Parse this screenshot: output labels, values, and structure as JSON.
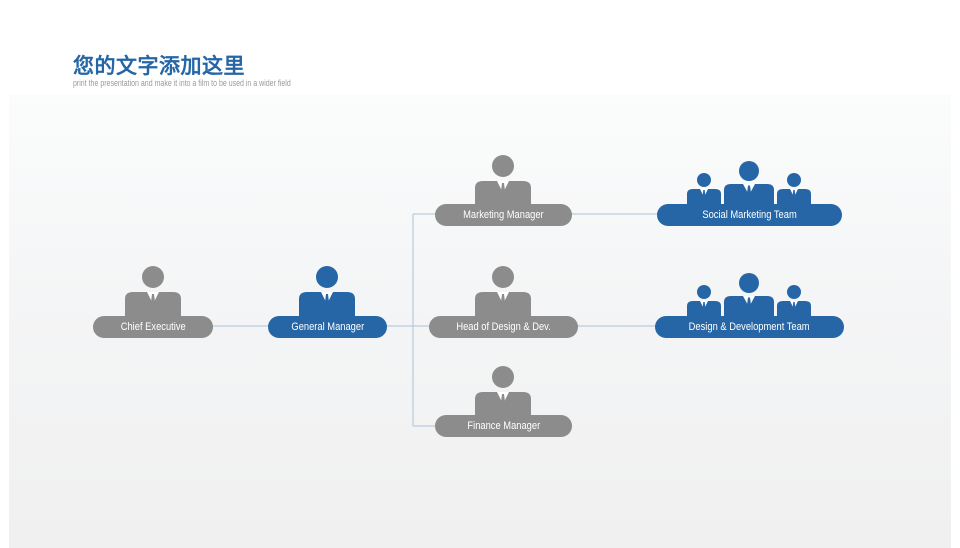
{
  "header": {
    "title": "您的文字添加这里",
    "subtitle": "print the presentation and make it into a film to be used in a wider field"
  },
  "colors": {
    "accent": "#2766a6",
    "neutral": "#8c8c8c",
    "connector": "#a9c3da"
  },
  "nodes": {
    "chief_executive": {
      "label": "Chief Executive",
      "icon": "person-icon",
      "color": "gray"
    },
    "general_manager": {
      "label": "General Manager",
      "icon": "person-icon",
      "color": "blue"
    },
    "marketing_manager": {
      "label": "Marketing Manager",
      "icon": "person-icon",
      "color": "gray"
    },
    "head_design": {
      "label": "Head of Design & Dev.",
      "icon": "person-icon",
      "color": "gray"
    },
    "finance_manager": {
      "label": "Finance Manager",
      "icon": "person-icon",
      "color": "gray"
    },
    "social_marketing_team": {
      "label": "Social Marketing Team",
      "icon": "team-icon",
      "color": "blue"
    },
    "design_dev_team": {
      "label": "Design & Development Team",
      "icon": "team-icon",
      "color": "blue"
    }
  }
}
